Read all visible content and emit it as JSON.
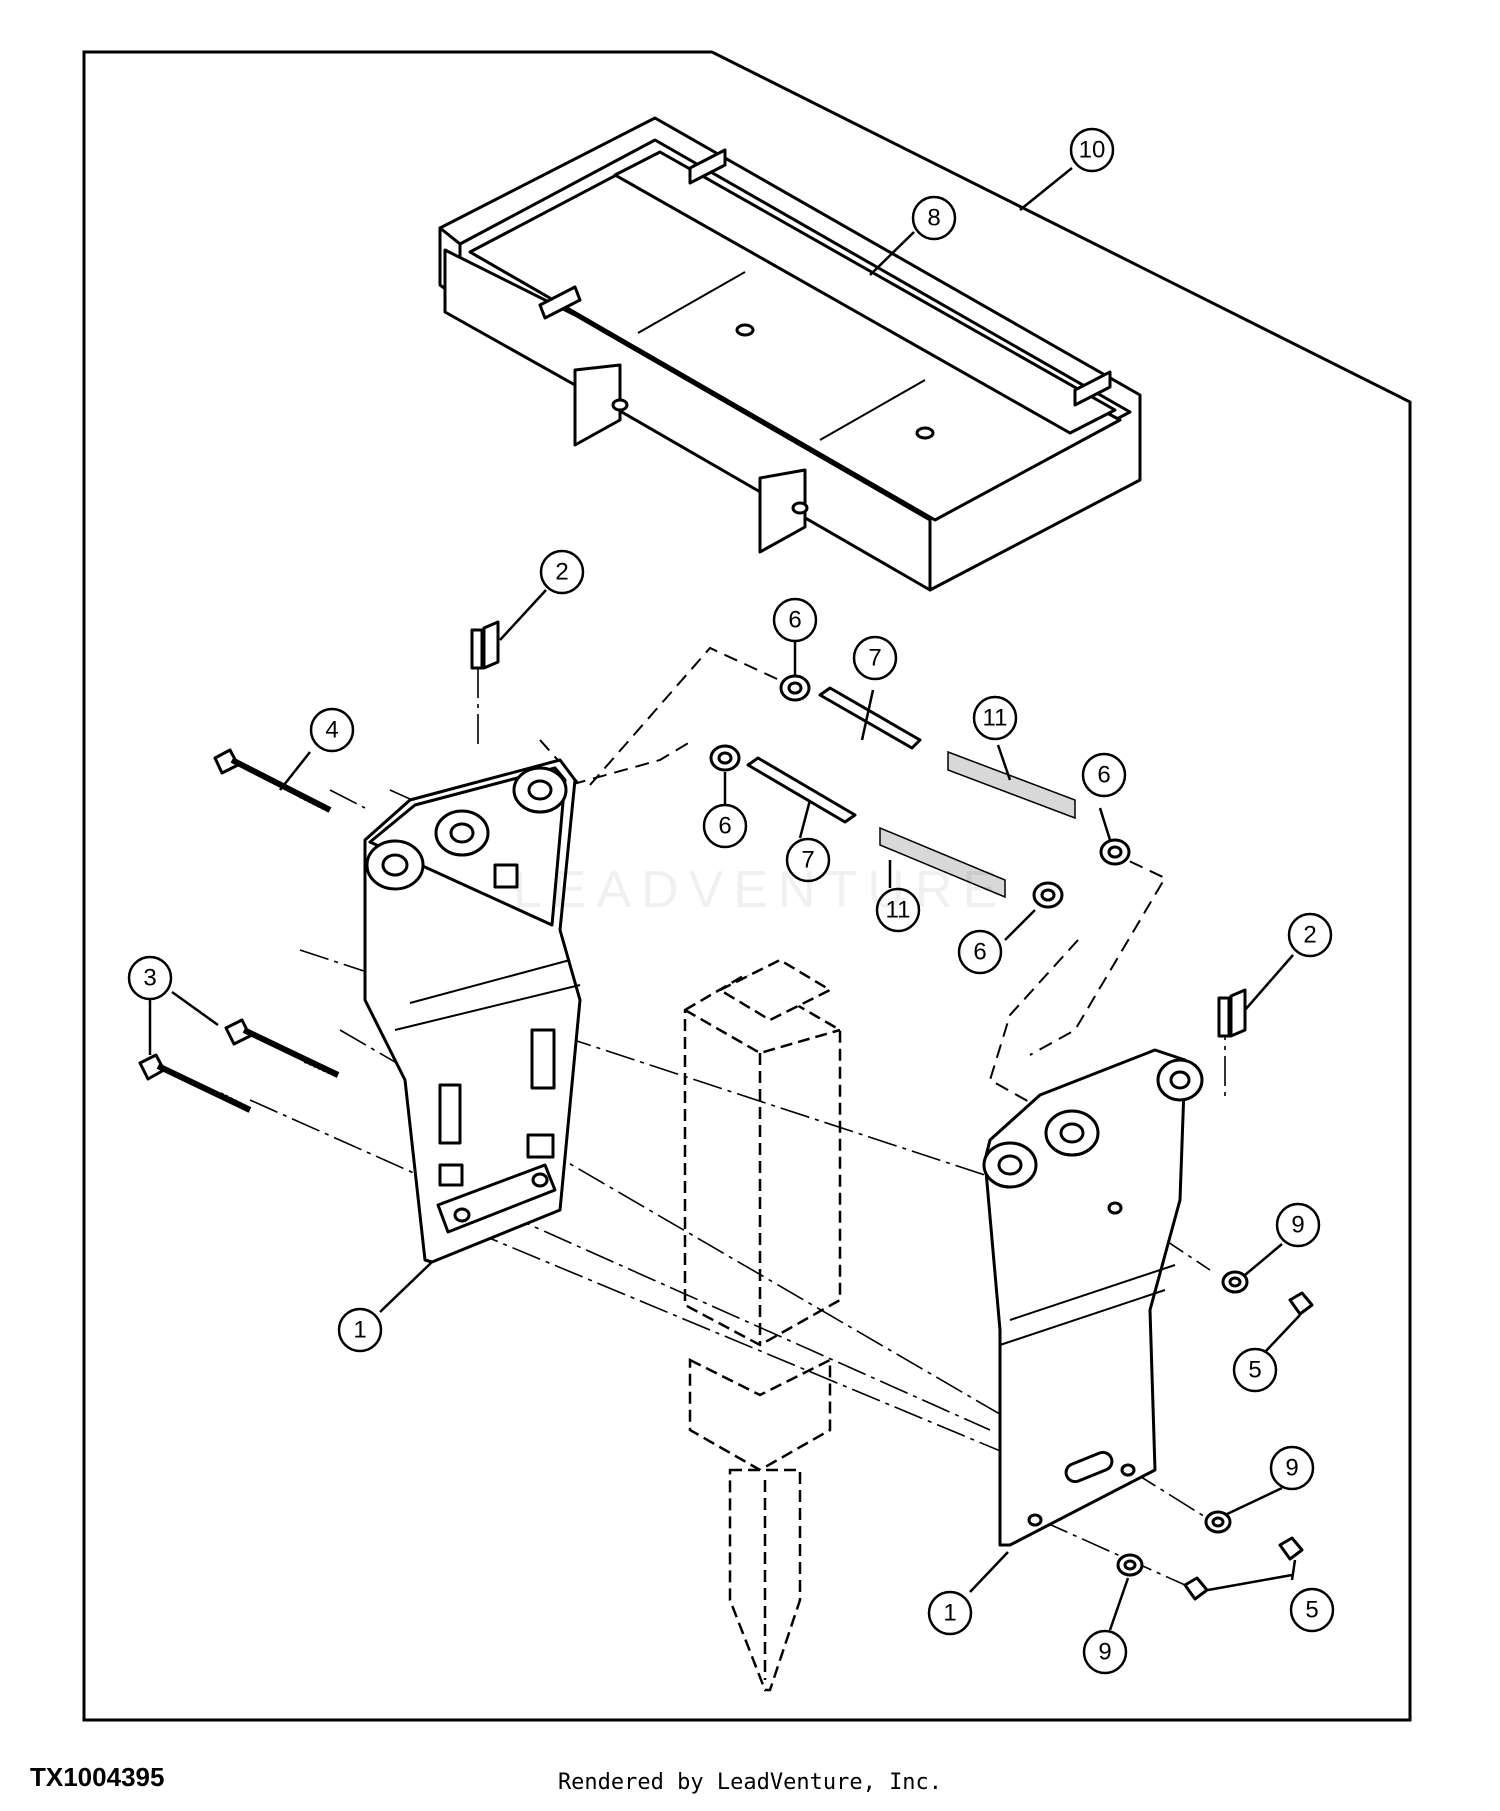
{
  "figure": {
    "id": "TX1004395",
    "credit": "Rendered by LeadVenture, Inc.",
    "watermark": "LEADVENTURE"
  },
  "callouts": [
    {
      "key": "c10",
      "label": "10"
    },
    {
      "key": "c8",
      "label": "8"
    },
    {
      "key": "c2a",
      "label": "2"
    },
    {
      "key": "c2b",
      "label": "2"
    },
    {
      "key": "c6a",
      "label": "6"
    },
    {
      "key": "c7a",
      "label": "7"
    },
    {
      "key": "c11a",
      "label": "11"
    },
    {
      "key": "c6b",
      "label": "6"
    },
    {
      "key": "c4",
      "label": "4"
    },
    {
      "key": "c6c",
      "label": "6"
    },
    {
      "key": "c7b",
      "label": "7"
    },
    {
      "key": "c11b",
      "label": "11"
    },
    {
      "key": "c6d",
      "label": "6"
    },
    {
      "key": "c3",
      "label": "3"
    },
    {
      "key": "c1a",
      "label": "1"
    },
    {
      "key": "c9a",
      "label": "9"
    },
    {
      "key": "c5a",
      "label": "5"
    },
    {
      "key": "c9b",
      "label": "9"
    },
    {
      "key": "c1b",
      "label": "1"
    },
    {
      "key": "c9c",
      "label": "9"
    },
    {
      "key": "c5b",
      "label": "5"
    }
  ]
}
